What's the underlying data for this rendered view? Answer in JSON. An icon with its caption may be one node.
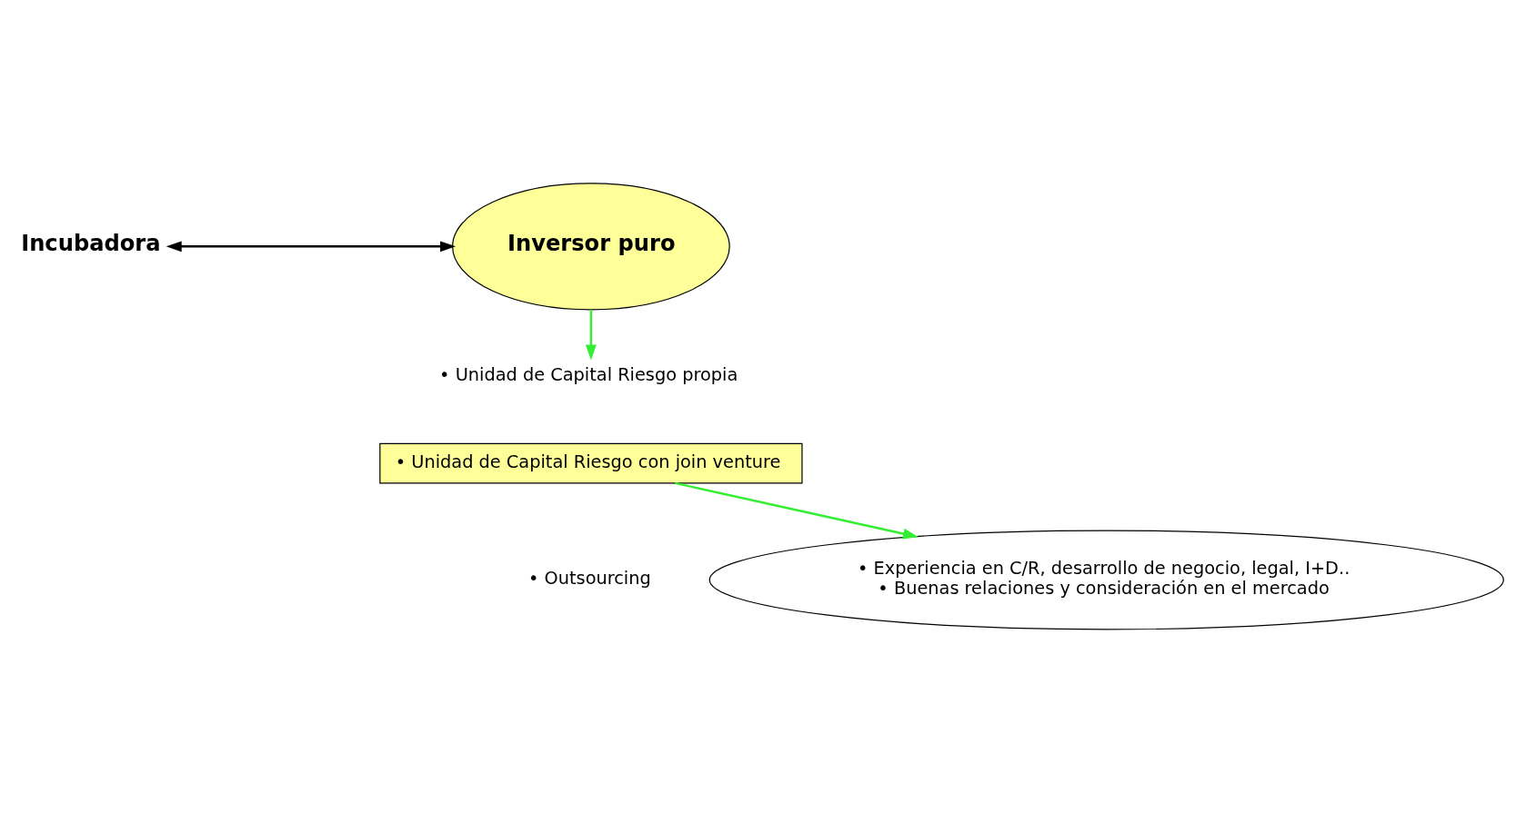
{
  "diagram": {
    "nodes": [
      {
        "text": [
          "Incubadora"
        ]
      },
      {
        "text": [
          "Inversor puro"
        ]
      },
      {
        "text": [
          "• Unidad de Capital Riesgo propia"
        ]
      },
      {
        "text": [
          "• Unidad de Capital Riesgo con join venture"
        ]
      },
      {
        "text": [
          "• Outsourcing"
        ]
      },
      {
        "text": [
          "• Experiencia en C/R, desarrollo de negocio, legal, I+D..",
          "• Buenas relaciones y consideración en el mercado"
        ]
      }
    ],
    "edges": [
      {
        "from": 0,
        "to": 1,
        "arrow": "both",
        "color": "#000000"
      },
      {
        "from": 1,
        "to": 2,
        "arrow": "to",
        "color": "#33ee33"
      },
      {
        "from": 3,
        "to": 5,
        "arrow": "to",
        "color": "#33ee33"
      }
    ]
  }
}
